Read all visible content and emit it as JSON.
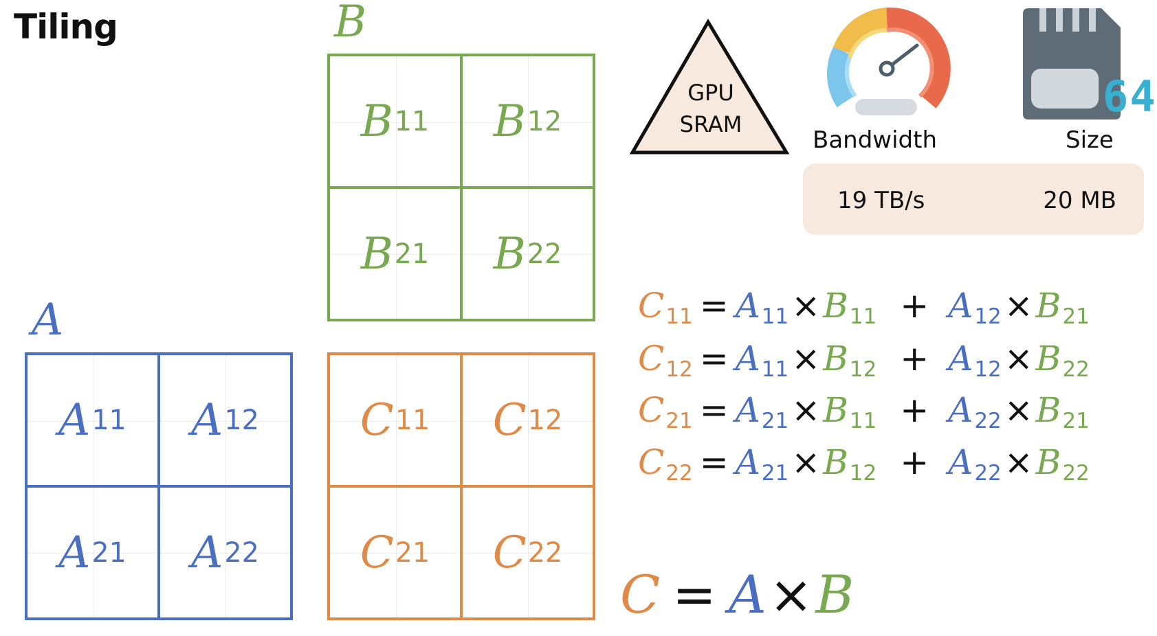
{
  "title": "Tiling",
  "colors": {
    "a": "#4a6fc1",
    "b": "#78a84f",
    "c": "#e08a47",
    "sram_fill": "#f8e9de"
  },
  "matrix_b": {
    "label": "B",
    "cells": [
      {
        "base": "B",
        "sub": "11"
      },
      {
        "base": "B",
        "sub": "12"
      },
      {
        "base": "B",
        "sub": "21"
      },
      {
        "base": "B",
        "sub": "22"
      }
    ]
  },
  "matrix_a": {
    "label": "A",
    "cells": [
      {
        "base": "A",
        "sub": "11"
      },
      {
        "base": "A",
        "sub": "12"
      },
      {
        "base": "A",
        "sub": "21"
      },
      {
        "base": "A",
        "sub": "22"
      }
    ]
  },
  "matrix_c": {
    "cells": [
      {
        "base": "C",
        "sub": "11"
      },
      {
        "base": "C",
        "sub": "12"
      },
      {
        "base": "C",
        "sub": "21"
      },
      {
        "base": "C",
        "sub": "22"
      }
    ]
  },
  "sram": {
    "line1": "GPU",
    "line2": "SRAM"
  },
  "stats": {
    "bandwidth_label": "Bandwidth",
    "size_label": "Size",
    "bandwidth_value": "19 TB/s",
    "size_value": "20 MB",
    "card_badge": "64",
    "icons": [
      "speedometer-icon",
      "memory-card-icon"
    ]
  },
  "equations": [
    {
      "lhs": "11",
      "a1": "11",
      "b1": "11",
      "a2": "12",
      "b2": "21"
    },
    {
      "lhs": "12",
      "a1": "11",
      "b1": "12",
      "a2": "12",
      "b2": "22"
    },
    {
      "lhs": "21",
      "a1": "21",
      "b1": "11",
      "a2": "22",
      "b2": "21"
    },
    {
      "lhs": "22",
      "a1": "21",
      "b1": "12",
      "a2": "22",
      "b2": "22"
    }
  ],
  "operators": {
    "eq": "=",
    "times": "×",
    "plus": "+"
  },
  "final": {
    "c": "C",
    "eq": "=",
    "a": "A",
    "times": "×",
    "b": "B"
  }
}
